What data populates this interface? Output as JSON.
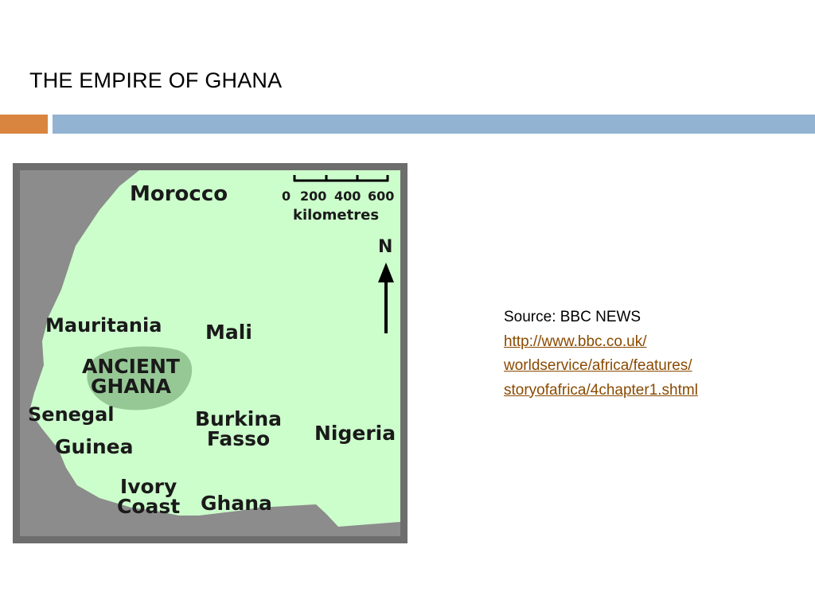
{
  "slide": {
    "title": "THE EMPIRE OF GHANA"
  },
  "colors": {
    "accent_orange": "#d9843f",
    "accent_blue": "#93b3d2",
    "map_land": "#ccfecc",
    "map_sea": "#8c8c8c",
    "ancient_ghana_region": "#96c896",
    "link": "#8a4a00"
  },
  "map": {
    "labels": {
      "morocco": "Morocco",
      "mauritania": "Mauritania",
      "mali": "Mali",
      "ancient_ghana_line1": "ANCIENT",
      "ancient_ghana_line2": "GHANA",
      "senegal": "Senegal",
      "guinea": "Guinea",
      "burkina_line1": "Burkina",
      "burkina_line2": "Fasso",
      "nigeria": "Nigeria",
      "ivory_line1": "Ivory",
      "ivory_line2": "Coast",
      "ghana": "Ghana"
    },
    "scale": {
      "ticks": [
        "0",
        "200",
        "400",
        "600"
      ],
      "unit": "kilometres"
    },
    "north_label": "N",
    "north_icon": "north-arrow-icon"
  },
  "source": {
    "label": "Source: BBC NEWS",
    "link_lines": [
      "http://www.bbc.co.uk/",
      "worldservice/africa/features/",
      "storyofafrica/4chapter1.shtml"
    ]
  }
}
